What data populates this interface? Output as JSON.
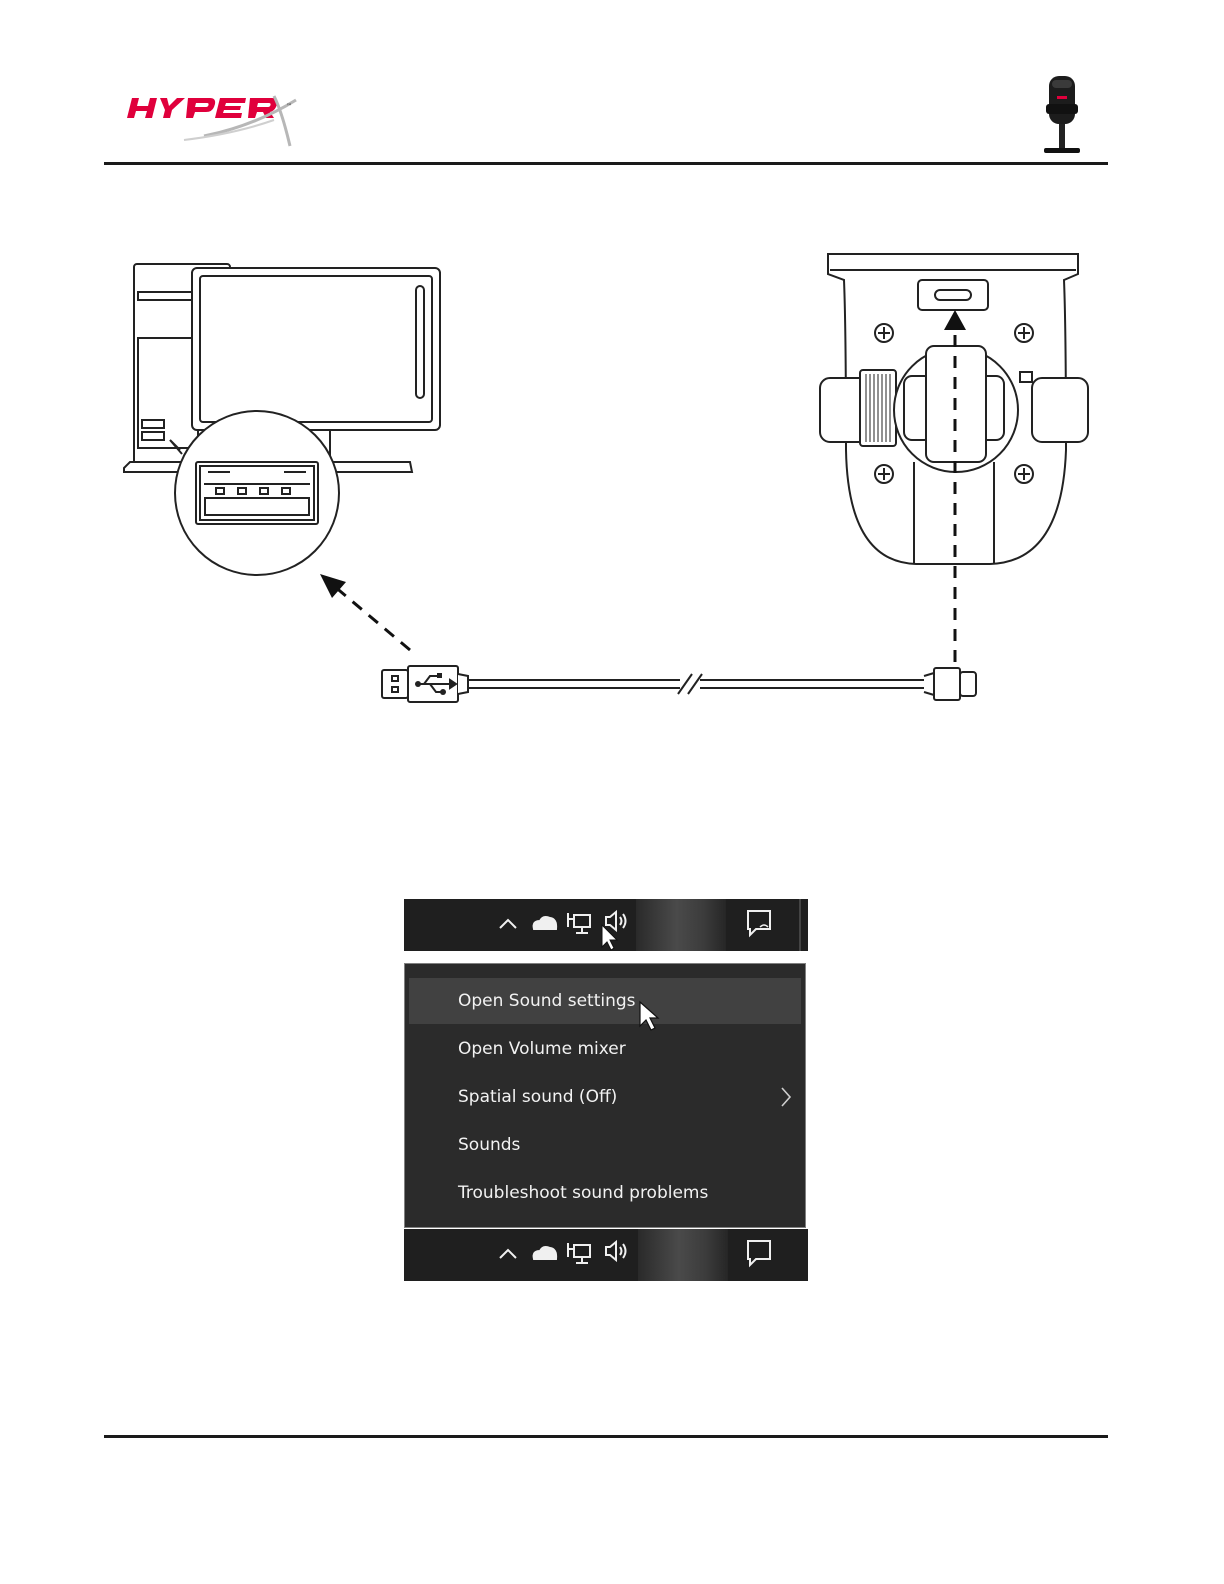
{
  "header": {
    "logo_alt": "HyperX",
    "icons": [
      "hyperx-logo",
      "microphone-icon"
    ]
  },
  "diagram": {
    "icons": [
      "desktop-computer-illustration",
      "usb-a-port-zoom",
      "usb-cable-illustration",
      "microphone-base-usb-c-port",
      "usb-symbol-icon"
    ]
  },
  "taskbar": {
    "icons": [
      "chevron-up-icon",
      "cloud-icon",
      "network-icon",
      "speaker-icon",
      "notification-icon"
    ]
  },
  "context_menu": {
    "items": [
      {
        "label": "Open Sound settings",
        "highlighted": true
      },
      {
        "label": "Open Volume mixer"
      },
      {
        "label": "Spatial sound (Off)",
        "has_submenu": true
      },
      {
        "label": "Sounds"
      },
      {
        "label": "Troubleshoot sound problems"
      }
    ]
  },
  "colors": {
    "brand_red": "#e0003c",
    "menu_bg": "#2b2b2b",
    "menu_hover": "#414141",
    "taskbar_bg": "#1f1f1f"
  }
}
